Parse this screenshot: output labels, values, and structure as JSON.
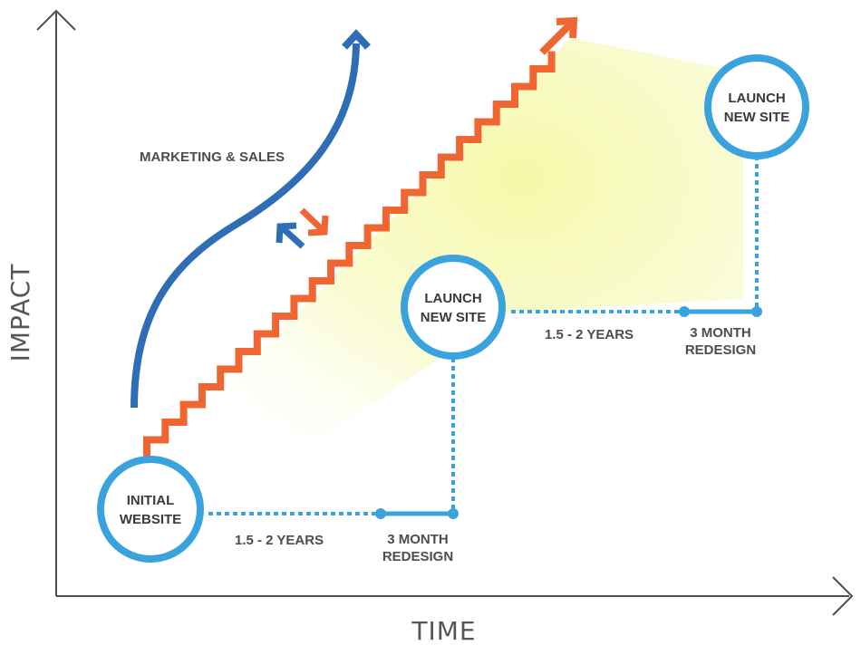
{
  "axes": {
    "x_title": "TIME",
    "y_title": "IMPACT"
  },
  "colors": {
    "axis": "#4d4d4d",
    "blue": "#2f6db5",
    "orange": "#ef6633",
    "circle": "#3aa3de",
    "timeline": "#3aa3de",
    "glow": "#f3f7a0"
  },
  "labels": {
    "marketing": "MARKETING & SALES"
  },
  "milestones": [
    {
      "line1": "INITIAL",
      "line2": "WEBSITE"
    },
    {
      "line1": "LAUNCH",
      "line2": "NEW SITE"
    },
    {
      "line1": "LAUNCH",
      "line2": "NEW SITE"
    }
  ],
  "periods": [
    {
      "duration": "1.5 - 2 YEARS",
      "redesign_line1": "3 MONTH",
      "redesign_line2": "REDESIGN"
    },
    {
      "duration": "1.5 - 2 YEARS",
      "redesign_line1": "3 MONTH",
      "redesign_line2": "REDESIGN"
    }
  ]
}
